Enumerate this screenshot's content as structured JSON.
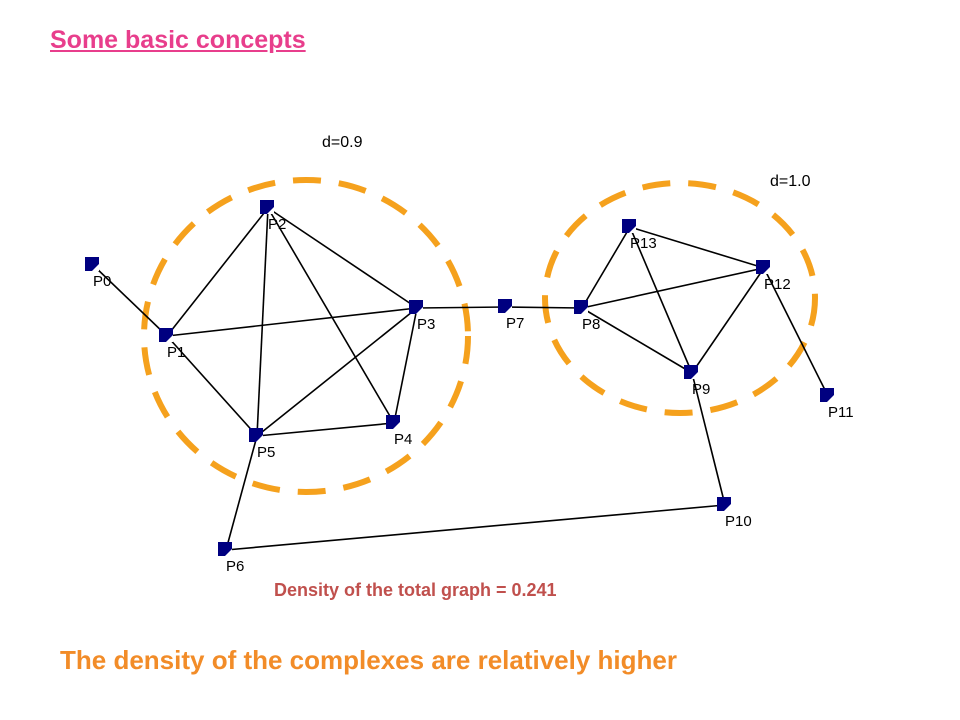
{
  "title": "Some basic concepts",
  "colors": {
    "title": "#e83e8c",
    "circle": "#f5a11d",
    "node_fill": "#000080",
    "edge": "#000000",
    "total_density": "#c0504d",
    "conclusion": "#f28c28"
  },
  "complexes": [
    {
      "name": "left-complex",
      "density_label": "d=0.9",
      "members": [
        "P1",
        "P2",
        "P3",
        "P4",
        "P5"
      ]
    },
    {
      "name": "right-complex",
      "density_label": "d=1.0",
      "members": [
        "P8",
        "P9",
        "P12",
        "P13"
      ]
    }
  ],
  "nodes": [
    "P0",
    "P1",
    "P2",
    "P3",
    "P4",
    "P5",
    "P6",
    "P7",
    "P8",
    "P9",
    "P10",
    "P11",
    "P12",
    "P13"
  ],
  "edges": [
    [
      "P0",
      "P1"
    ],
    [
      "P1",
      "P2"
    ],
    [
      "P1",
      "P3"
    ],
    [
      "P1",
      "P5"
    ],
    [
      "P2",
      "P3"
    ],
    [
      "P2",
      "P4"
    ],
    [
      "P2",
      "P5"
    ],
    [
      "P3",
      "P4"
    ],
    [
      "P3",
      "P5"
    ],
    [
      "P4",
      "P5"
    ],
    [
      "P3",
      "P7"
    ],
    [
      "P7",
      "P8"
    ],
    [
      "P5",
      "P6"
    ],
    [
      "P6",
      "P10"
    ],
    [
      "P9",
      "P10"
    ],
    [
      "P8",
      "P13"
    ],
    [
      "P8",
      "P12"
    ],
    [
      "P8",
      "P9"
    ],
    [
      "P13",
      "P12"
    ],
    [
      "P13",
      "P9"
    ],
    [
      "P12",
      "P9"
    ],
    [
      "P12",
      "P11"
    ]
  ],
  "total_density": "Density of the total graph = 0.241",
  "conclusion": "The density of the complexes are relatively higher"
}
